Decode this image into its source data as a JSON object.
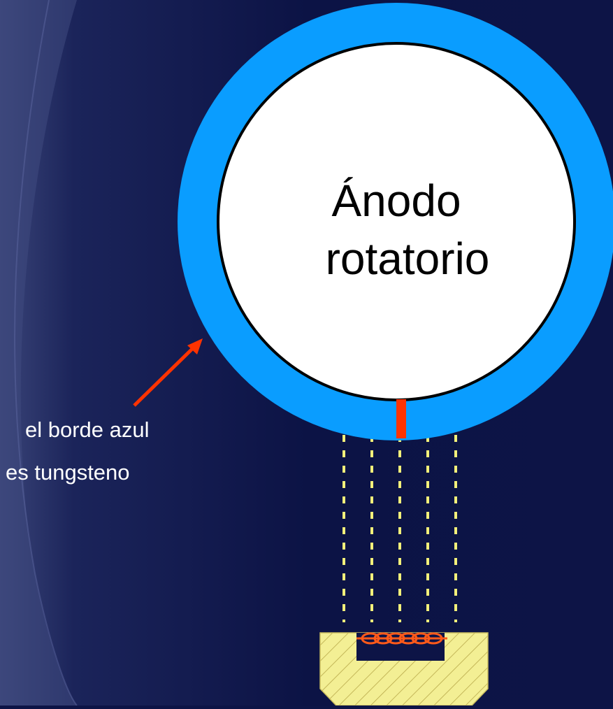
{
  "anode": {
    "line1": "Ánodo",
    "line2": "rotatorio"
  },
  "annotation": {
    "line1": "el borde azul",
    "line2": "es tungsteno"
  },
  "colors": {
    "background": "#0d1446",
    "tungsten_rim": "#0a9dff",
    "anode_face": "#ffffff",
    "focal_spot": "#ff3300",
    "arrow": "#ff3300",
    "electron_beam": "#f3f07a",
    "cathode_cup": "#f3ef94",
    "filament": "#ff5a1a"
  },
  "icons": {
    "arrow": "red-arrow-icon",
    "filament": "filament-coil-icon"
  }
}
